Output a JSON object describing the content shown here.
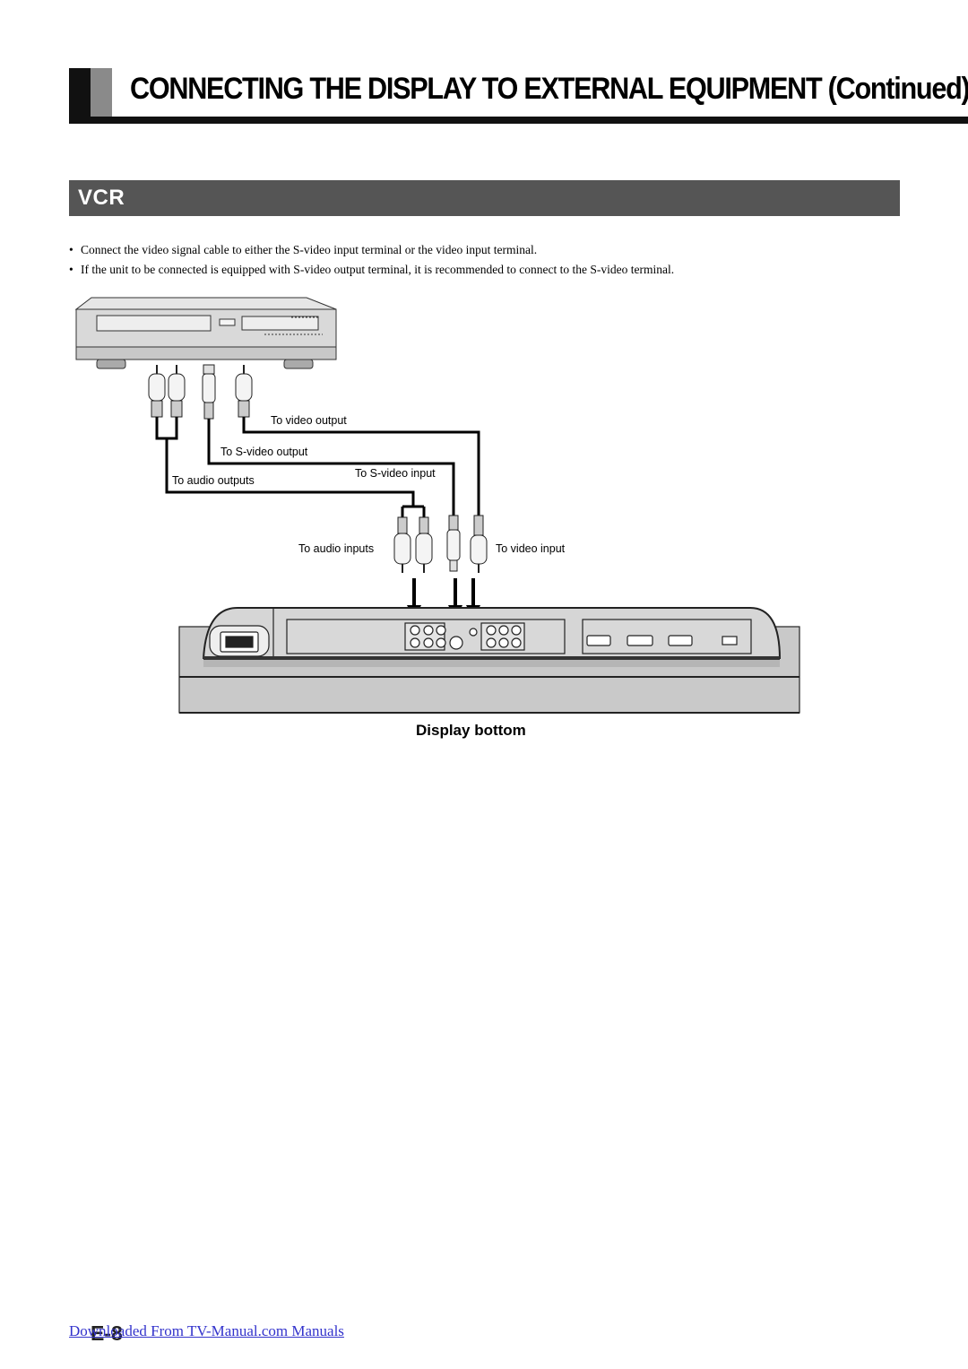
{
  "header": {
    "title": "CONNECTING THE DISPLAY TO EXTERNAL EQUIPMENT (Continued)"
  },
  "section": {
    "title": "VCR"
  },
  "bullets": [
    "Connect the video signal cable to either the S-video input terminal or the video input terminal.",
    "If the unit to be connected is equipped with S-video output terminal, it is recommended to connect to the S-video terminal."
  ],
  "diagram": {
    "labels": {
      "to_video_output": "To video output",
      "to_svideo_output": "To S-video output",
      "to_audio_outputs": "To audio outputs",
      "to_svideo_input": "To S-video input",
      "to_audio_inputs": "To audio inputs",
      "to_video_input": "To video input"
    },
    "caption": "Display bottom"
  },
  "footer": {
    "page_number": "E-8",
    "link_text": "Downloaded From TV-Manual.com Manuals",
    "link_color": "#3333cc"
  }
}
